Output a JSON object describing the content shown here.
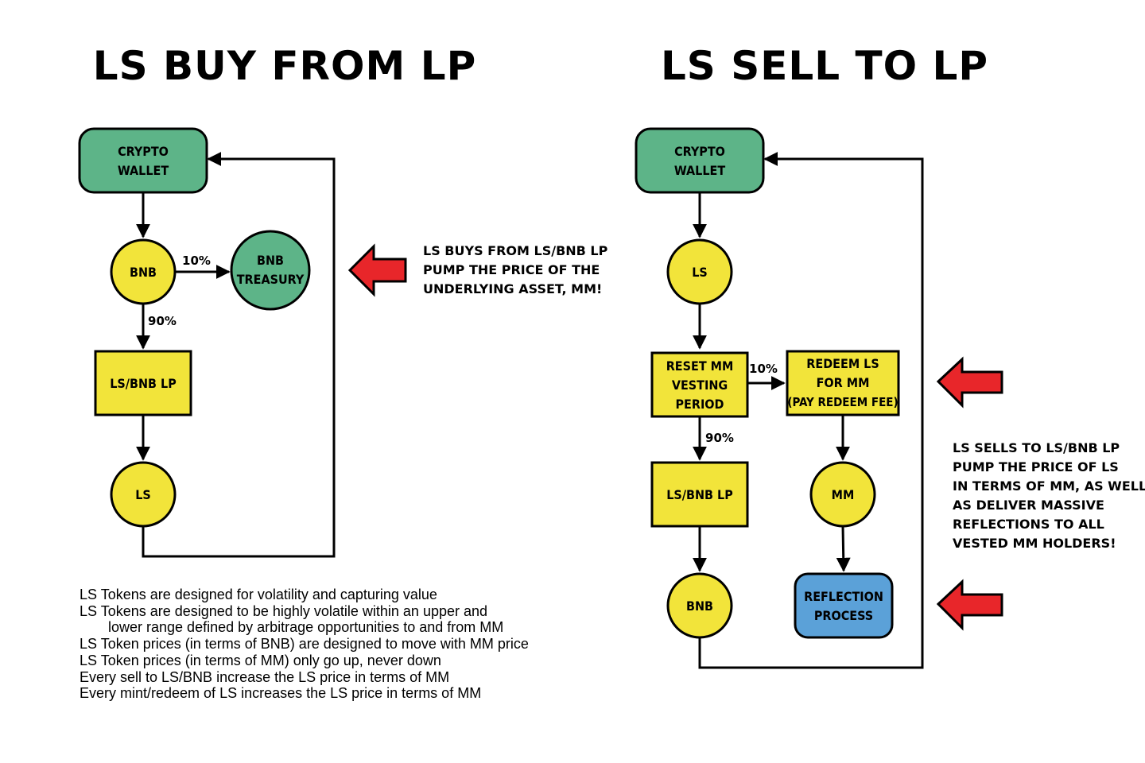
{
  "colors": {
    "green": "#5db488",
    "yellow": "#f2e43a",
    "blue": "#5ba1d8",
    "red": "#e8262a"
  },
  "left_panel": {
    "title": "LS BUY FROM LP",
    "wallet": [
      "CRYPTO",
      "WALLET"
    ],
    "bnb": "BNB",
    "treasury": [
      "BNB",
      "TREASURY"
    ],
    "pct_treasury": "10%",
    "pct_lp": "90%",
    "lp": "LS/BNB LP",
    "ls": "LS",
    "note": [
      "LS BUYS FROM LS/BNB LP",
      "PUMP THE PRICE OF THE",
      "UNDERLYING ASSET, MM!"
    ]
  },
  "right_panel": {
    "title": "LS SELL TO LP",
    "wallet": [
      "CRYPTO",
      "WALLET"
    ],
    "ls": "LS",
    "reset": [
      "RESET MM",
      "VESTING",
      "PERIOD"
    ],
    "redeem": [
      "REDEEM LS",
      "FOR MM",
      "(PAY REDEEM FEE)"
    ],
    "pct_redeem": "10%",
    "pct_lp": "90%",
    "lp": "LS/BNB LP",
    "mm": "MM",
    "bnb": "BNB",
    "reflection": [
      "REFLECTION",
      "PROCESS"
    ],
    "note": [
      "LS SELLS TO LS/BNB LP",
      "PUMP THE PRICE OF LS",
      "IN TERMS OF MM, AS WELL",
      "AS DELIVER MASSIVE",
      "REFLECTIONS TO ALL",
      "VESTED MM HOLDERS!"
    ]
  },
  "notes": [
    "LS Tokens are designed for volatility and capturing value",
    "LS Tokens are designed to be highly volatile within an upper and",
    "lower range defined by arbitrage opportunities to and from MM",
    "LS Token prices (in terms of BNB) are designed to move with MM price",
    "LS Token prices (in terms of MM) only go up, never down",
    "Every sell to LS/BNB increase the LS price in terms of MM",
    "Every mint/redeem of LS increases the LS price in terms of MM"
  ]
}
